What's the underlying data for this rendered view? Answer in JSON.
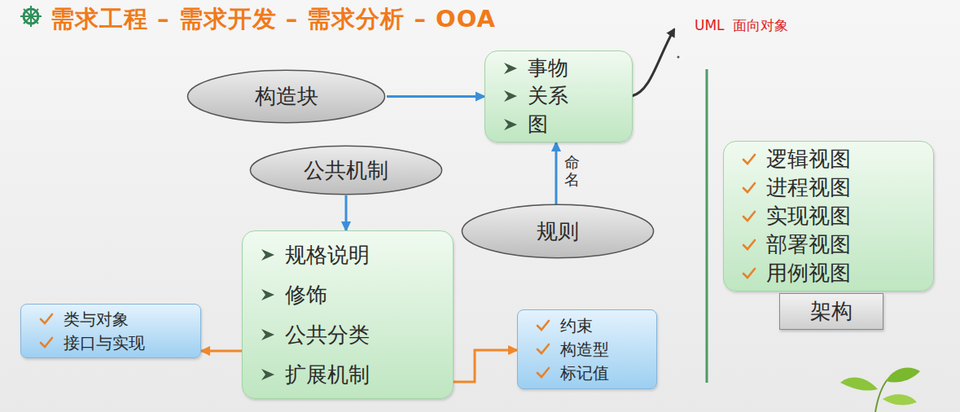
{
  "diagram": {
    "title": "需求工程 – 需求开发 – 需求分析 – OOA",
    "nodes": [
      {
        "text": [
          "构造块"
        ]
      },
      {
        "text": [
          "事物",
          "关系",
          "图"
        ]
      },
      {
        "text": [
          "公共机制"
        ]
      },
      {
        "text": [
          "规则"
        ]
      },
      {
        "text": [
          "规格说明",
          "修饰",
          "公共分类",
          "扩展机制"
        ]
      },
      {
        "text": [
          "类与对象",
          "接口与实现"
        ]
      },
      {
        "text": [
          "约束",
          "构造型",
          "标记值"
        ]
      },
      {
        "text": [
          "逻辑视图",
          "进程视图",
          "实现视图",
          "部署视图",
          "用例视图"
        ]
      },
      {
        "text": [
          "架构"
        ]
      }
    ],
    "edges": [
      {
        "from": 0,
        "to": 1,
        "arrow": "to"
      },
      {
        "from": 2,
        "to": 4,
        "arrow": "to"
      },
      {
        "from": 3,
        "to": 1,
        "label": "命名",
        "arrow": "to"
      },
      {
        "from": 4,
        "to": 5,
        "arrow": "to"
      },
      {
        "from": 4,
        "to": 6,
        "arrow": "to"
      }
    ],
    "labels": [
      "UML  面向对象"
    ]
  }
}
